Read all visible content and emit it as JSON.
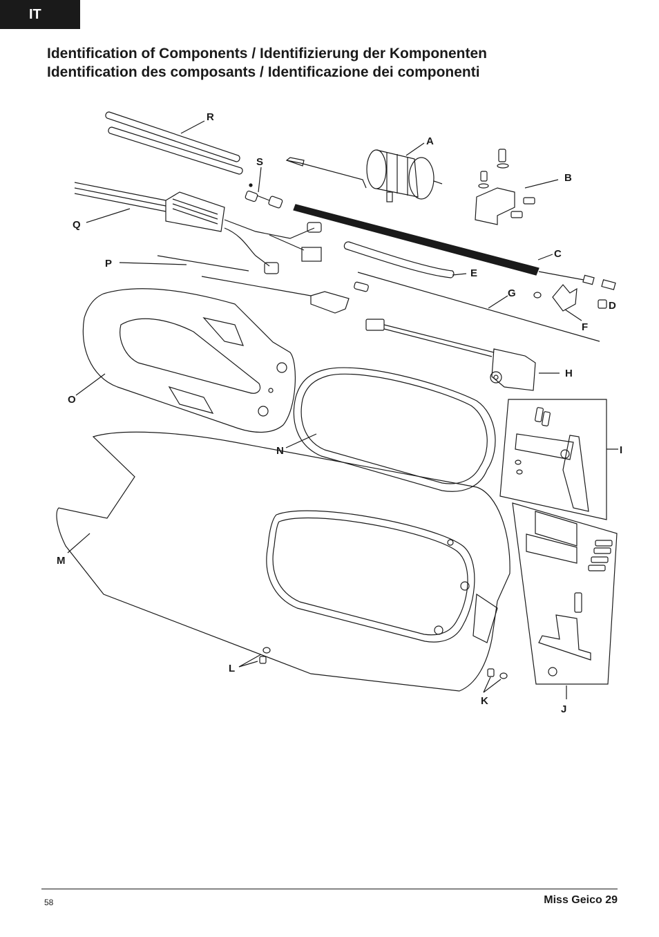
{
  "header": {
    "language_tab": "IT",
    "title_line1": "Identification of Components / Identifizierung der Komponenten",
    "title_line2": "Identification des composants / Identificazione dei componenti"
  },
  "diagram": {
    "labels": {
      "A": "A",
      "B": "B",
      "C": "C",
      "D": "D",
      "E": "E",
      "F": "F",
      "G": "G",
      "H": "H",
      "I": "I",
      "J": "J",
      "K": "K",
      "L": "L",
      "M": "M",
      "N": "N",
      "O": "O",
      "P": "P",
      "Q": "Q",
      "R": "R",
      "S": "S"
    }
  },
  "footer": {
    "page_number": "58",
    "document_name": "Miss Geico 29"
  }
}
